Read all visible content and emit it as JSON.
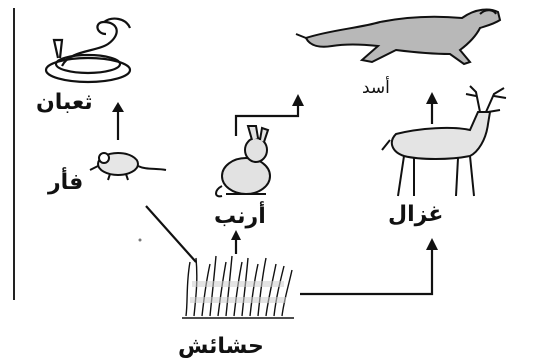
{
  "organisms": {
    "snake": "ثعبان",
    "mouse": "فأر",
    "rabbit": "أرنب",
    "lion": "أسد",
    "deer": "غزال",
    "grass": "حشائش"
  },
  "colors": {
    "ink": "#111111",
    "lion_body": "#b8b8b8",
    "grass": "#cfcfcf"
  }
}
